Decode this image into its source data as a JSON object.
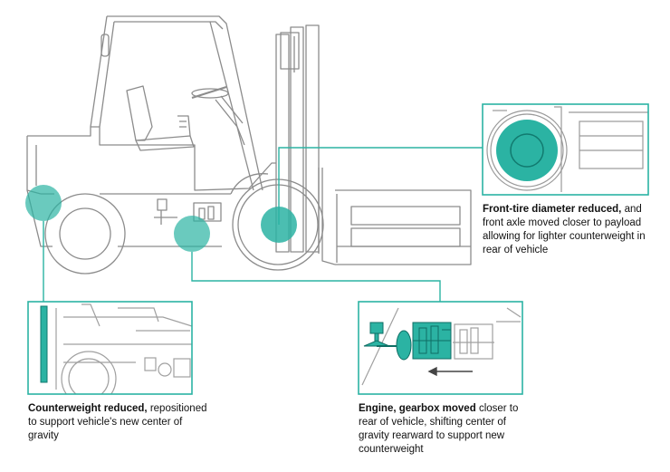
{
  "callouts": {
    "front_tire": {
      "bold": "Front-tire diameter reduced,",
      "rest": "and front axle moved closer to payload allowing for lighter counterweight in rear of vehicle"
    },
    "counterweight": {
      "bold": "Counterweight reduced,",
      "rest": "repositioned to support vehicle's new center of gravity"
    },
    "engine": {
      "bold": "Engine, gearbox moved",
      "rest": "closer to rear of vehicle, shifting center of gravity rearward to support new counterweight"
    }
  },
  "colors": {
    "accent": "#2bb3a3",
    "accent_dark": "#138a7e",
    "line": "#9a9a9a",
    "text": "#111111"
  },
  "icons": [
    "forklift-illustration",
    "arrow-left-icon"
  ]
}
